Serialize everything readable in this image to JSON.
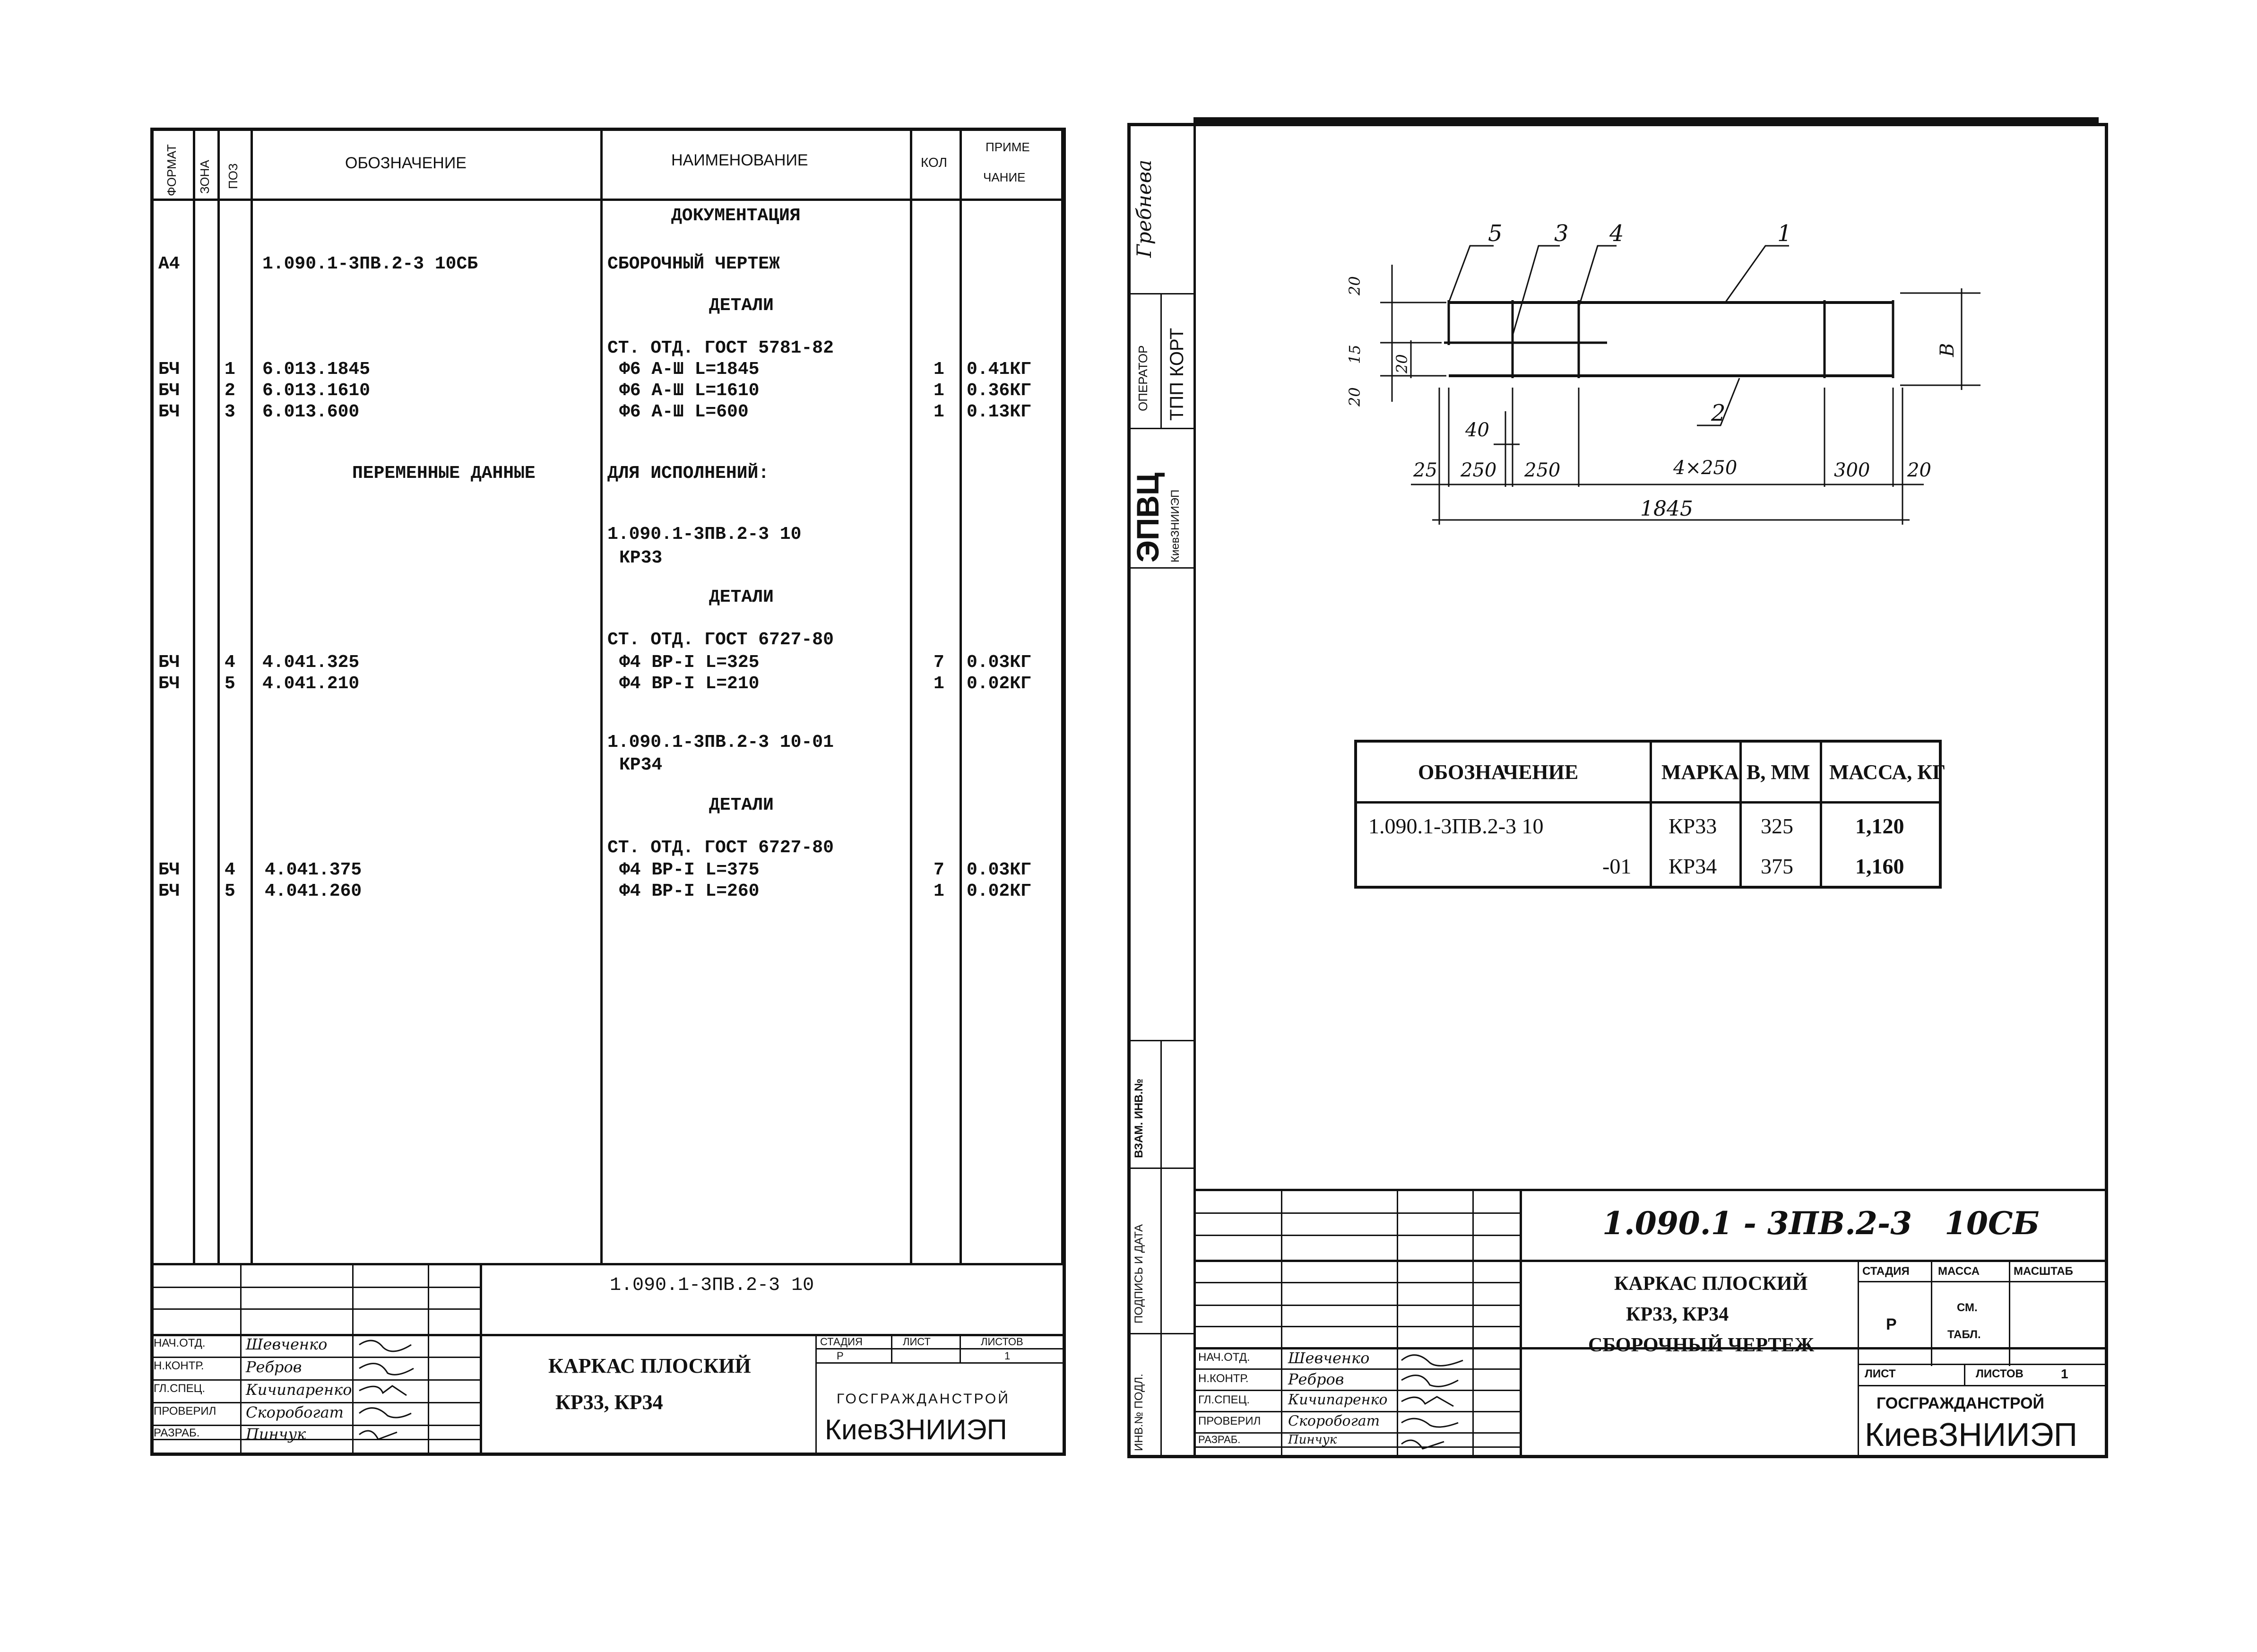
{
  "left": {
    "header": {
      "format": "ФОРМАТ",
      "zone": "ЗОНА",
      "pos": "ПОЗ",
      "designation": "ОБОЗНАЧЕНИЕ",
      "name": "НАИМЕНОВАНИЕ",
      "qty": "КОЛ",
      "note1": "ПРИМЕ",
      "note2": "ЧАНИЕ"
    },
    "rows": [
      {
        "format": "",
        "pos": "",
        "designation": "",
        "name": "ДОКУМЕНТАЦИЯ",
        "qty": "",
        "note": ""
      },
      {
        "format": "А4",
        "pos": "",
        "designation": "1.090.1-3ПВ.2-3 10СБ",
        "name": "СБОРОЧНЫЙ ЧЕРТЕЖ",
        "qty": "",
        "note": ""
      },
      {
        "format": "",
        "pos": "",
        "designation": "",
        "name": "ДЕТАЛИ",
        "qty": "",
        "note": ""
      },
      {
        "format": "",
        "pos": "",
        "designation": "",
        "name": "СТ. ОТД. ГОСТ 5781-82",
        "qty": "",
        "note": ""
      },
      {
        "format": "БЧ",
        "pos": "1",
        "designation": "6.013.1845",
        "name": "Ф6 А-Ш L=1845",
        "qty": "1",
        "note": "0.41КГ"
      },
      {
        "format": "БЧ",
        "pos": "2",
        "designation": "6.013.1610",
        "name": "Ф6 А-Ш L=1610",
        "qty": "1",
        "note": "0.36КГ"
      },
      {
        "format": "БЧ",
        "pos": "3",
        "designation": "6.013.600",
        "name": "Ф6 А-Ш L=600",
        "qty": "1",
        "note": "0.13КГ"
      },
      {
        "format": "",
        "pos": "",
        "designation": "ПЕРЕМЕННЫЕ ДАННЫЕ",
        "name": "ДЛЯ ИСПОЛНЕНИЙ:",
        "qty": "",
        "note": ""
      },
      {
        "format": "",
        "pos": "",
        "designation": "",
        "name": "1.090.1-3ПВ.2-3 10",
        "qty": "",
        "note": ""
      },
      {
        "format": "",
        "pos": "",
        "designation": "",
        "name": "КР33",
        "qty": "",
        "note": ""
      },
      {
        "format": "",
        "pos": "",
        "designation": "",
        "name": "ДЕТАЛИ",
        "qty": "",
        "note": ""
      },
      {
        "format": "",
        "pos": "",
        "designation": "",
        "name": "СТ. ОТД. ГОСТ 6727-80",
        "qty": "",
        "note": ""
      },
      {
        "format": "БЧ",
        "pos": "4",
        "designation": "4.041.325",
        "name": "Ф4 ВР-I L=325",
        "qty": "7",
        "note": "0.03КГ"
      },
      {
        "format": "БЧ",
        "pos": "5",
        "designation": "4.041.210",
        "name": "Ф4 ВР-I L=210",
        "qty": "1",
        "note": "0.02КГ"
      },
      {
        "format": "",
        "pos": "",
        "designation": "",
        "name": "1.090.1-3ПВ.2-3 10-01",
        "qty": "",
        "note": ""
      },
      {
        "format": "",
        "pos": "",
        "designation": "",
        "name": "КР34",
        "qty": "",
        "note": ""
      },
      {
        "format": "",
        "pos": "",
        "designation": "",
        "name": "ДЕТАЛИ",
        "qty": "",
        "note": ""
      },
      {
        "format": "",
        "pos": "",
        "designation": "",
        "name": "СТ. ОТД. ГОСТ 6727-80",
        "qty": "",
        "note": ""
      },
      {
        "format": "БЧ",
        "pos": "4",
        "designation": "4.041.375",
        "name": "Ф4 ВР-I L=375",
        "qty": "7",
        "note": "0.03КГ"
      },
      {
        "format": "БЧ",
        "pos": "5",
        "designation": "4.041.260",
        "name": "Ф4 ВР-I L=260",
        "qty": "1",
        "note": "0.02КГ"
      }
    ],
    "title_block": {
      "doc_number": "1.090.1-3ПВ.2-3 10",
      "title_line1": "КАРКАС ПЛОСКИЙ",
      "title_line2": "КР33, КР34",
      "stage_label": "СТАДИЯ",
      "sheet_label": "ЛИСТ",
      "sheets_label": "ЛИСТОВ",
      "stage_value": "Р",
      "sheet_value": "",
      "sheets_value": "1",
      "org_line1": "ГОСГРАЖДАНСТРОЙ",
      "org_line2": "КиевЗНИИЭП",
      "roles": [
        {
          "role": "НАЧ.ОТД.",
          "name": "Шевченко"
        },
        {
          "role": "Н.КОНТР.",
          "name": "Ребров"
        },
        {
          "role": "ГЛ.СПЕЦ.",
          "name": "Кичипаренко"
        },
        {
          "role": "ПРОВЕРИЛ",
          "name": "Скоробогат"
        },
        {
          "role": "РАЗРАБ.",
          "name": "Пинчук"
        }
      ]
    }
  },
  "right": {
    "side_stamp": {
      "operator_label": "ОПЕРАТОР",
      "operator_name": "Гребнева",
      "tpp_label": "ТПП КОРТ",
      "epvc": "ЭПВЦ",
      "epvc_sub": "КиевЗНИИЭП",
      "vzam": "ВЗАМ. ИНВ.№",
      "podp": "ПОДПИСЬ И ДАТА",
      "inv": "ИНВ.№ ПОДЛ."
    },
    "drawing": {
      "callouts": [
        "5",
        "3",
        "4",
        "1",
        "2"
      ],
      "dims_left": [
        "20",
        "20",
        "15",
        "20"
      ],
      "dims_bottom": [
        "40",
        "25",
        "250",
        "250",
        "4×250",
        "300",
        "20"
      ],
      "overall_length": "1845",
      "height_symbol": "В"
    },
    "table": {
      "headers": [
        "ОБОЗНАЧЕНИЕ",
        "МАРКА",
        "В, ММ",
        "МАССА, КГ"
      ],
      "rows": [
        [
          "1.090.1-3ПВ.2-3 10",
          "КР33",
          "325",
          "1,120"
        ],
        [
          "-01",
          "КР34",
          "375",
          "1,160"
        ]
      ]
    },
    "title_block": {
      "doc_number": "1.090.1 - 3ПВ.2-3   10СБ",
      "title_line1": "КАРКАС ПЛОСКИЙ",
      "title_line2": "КР33, КР34",
      "title_line3": "СБОРОЧНЫЙ ЧЕРТЕЖ",
      "stage_label": "СТАДИЯ",
      "mass_label": "МАССА",
      "scale_label": "МАСШТАБ",
      "stage_value": "Р",
      "mass_value1": "СМ.",
      "mass_value2": "ТАБЛ.",
      "sheet_label": "ЛИСТ",
      "sheets_label": "ЛИСТОВ",
      "sheets_value": "1",
      "org_line1": "ГОСГРАЖДАНСТРОЙ",
      "org_line2": "КиевЗНИИЭП",
      "roles": [
        {
          "role": "НАЧ.ОТД.",
          "name": "Шевченко"
        },
        {
          "role": "Н.КОНТР.",
          "name": "Ребров"
        },
        {
          "role": "ГЛ.СПЕЦ.",
          "name": "Кичипаренко"
        },
        {
          "role": "ПРОВЕРИЛ",
          "name": "Скоробогат"
        },
        {
          "role": "РАЗРАБ.",
          "name": "Пинчук"
        }
      ]
    }
  }
}
